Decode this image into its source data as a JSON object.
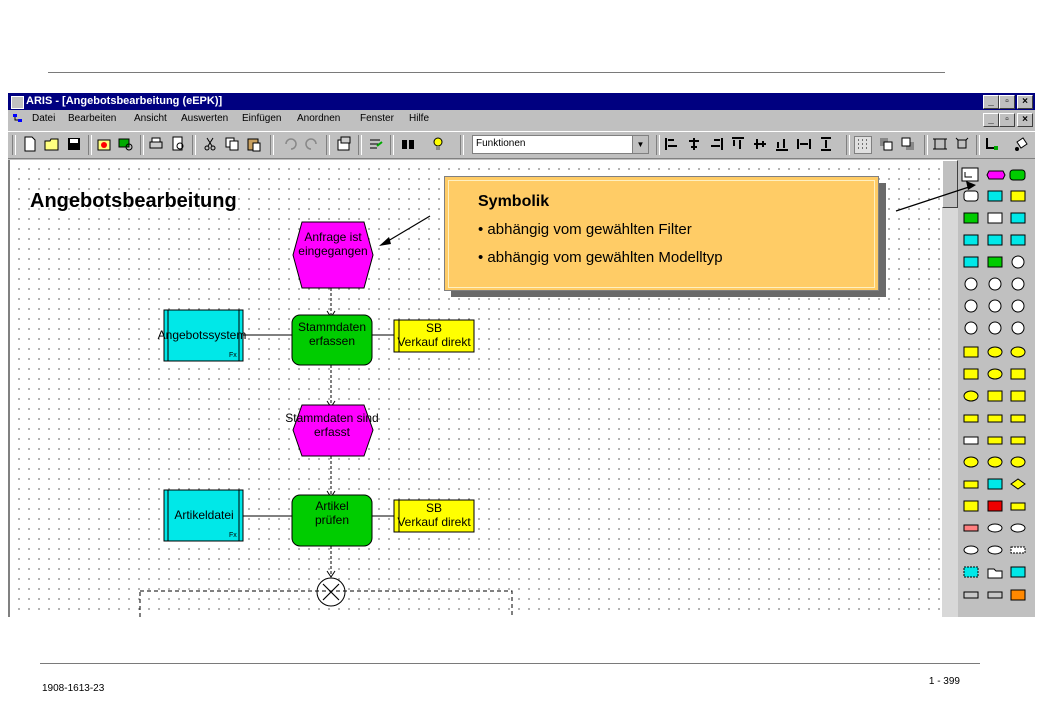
{
  "window": {
    "title": "ARIS - [Angebotsbearbeitung (eEPK)]",
    "controls": [
      "_",
      "%",
      "x"
    ]
  },
  "menu": [
    "Datei",
    "Bearbeiten",
    "Ansicht",
    "Auswerten",
    "Einfügen",
    "Anordnen",
    "Fenster",
    "Hilfe"
  ],
  "toolbar": {
    "filter_combo_value": "Funktionen"
  },
  "model": {
    "title": "Angebotsbearbeitung",
    "event1": "Anfrage ist\neingegangen",
    "function1": "Stammdaten\nerfassen",
    "system1": "Angebotssystem",
    "org1": "SB\nVerkauf direkt",
    "event2": "Stammdaten sind\nerfasst",
    "function2": "Artikel\nprüfen",
    "system2": "Artikeldatei",
    "org2": "SB\nVerkauf direkt",
    "connector": "XOR",
    "fx_badge": "Fx"
  },
  "callout": {
    "heading": "Symbolik",
    "bullets": [
      "• abhängig vom gewählten Filter",
      "• abhängig vom gewählten Modelltyp"
    ]
  },
  "footer": {
    "doc_id": "1908-1613-23",
    "page": "1 - 399"
  },
  "colors": {
    "event": "#ff00ff",
    "function": "#00cc00",
    "system": "#00ffff",
    "org": "#ffff00",
    "callout": "#ffcc66",
    "titlebar": "#000080"
  }
}
